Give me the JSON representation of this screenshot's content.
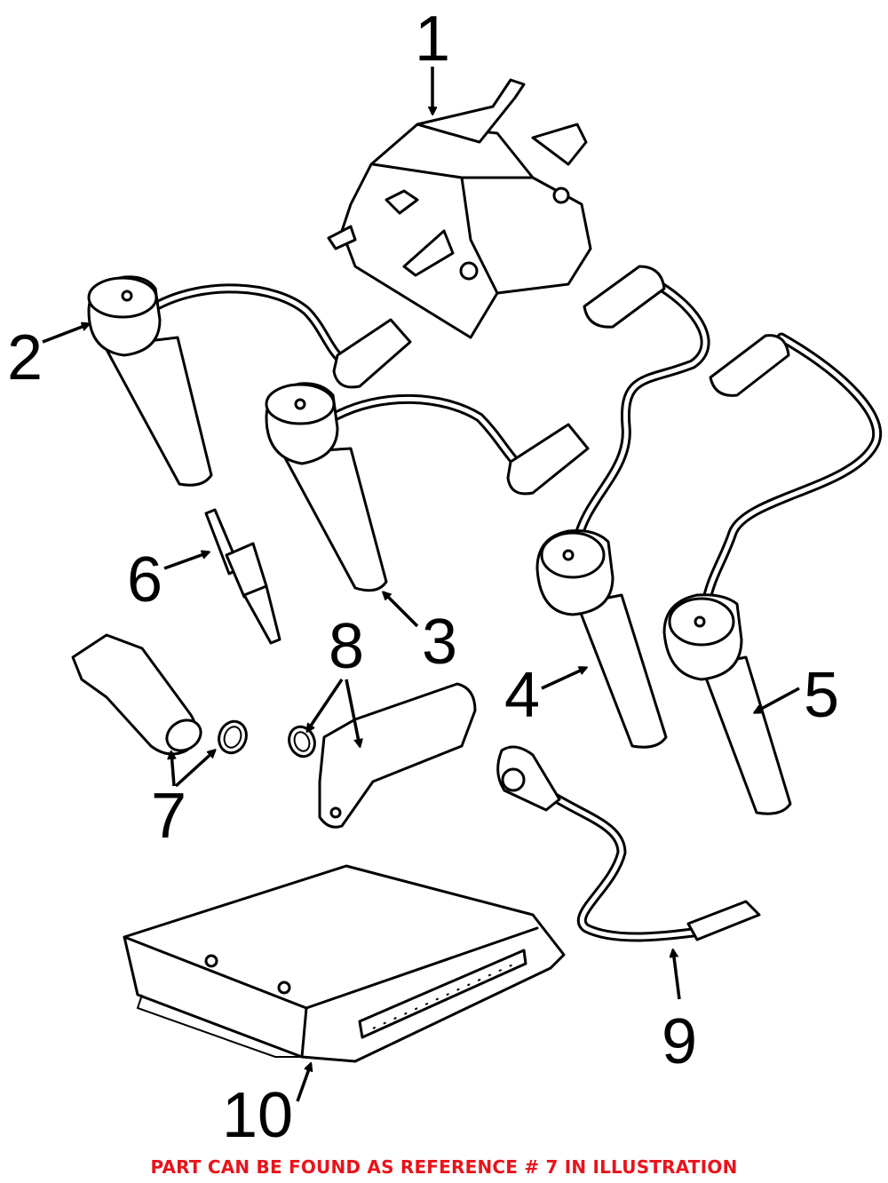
{
  "callouts": [
    "1",
    "2",
    "3",
    "4",
    "5",
    "6",
    "7",
    "8",
    "9",
    "10"
  ],
  "parts": {
    "1": "ignition-coil-pack",
    "2": "ignition-coil",
    "3": "ignition-coil",
    "4": "ignition-coil",
    "5": "ignition-coil",
    "6": "spark-plug",
    "7": "crankshaft-position-sensor",
    "8": "camshaft-position-sensor",
    "9": "knock-sensor",
    "10": "engine-control-module"
  },
  "note": "PART CAN BE FOUND AS REFERENCE # 7 IN ILLUSTRATION",
  "colors": {
    "note": "#e8141b",
    "line": "#000000"
  }
}
